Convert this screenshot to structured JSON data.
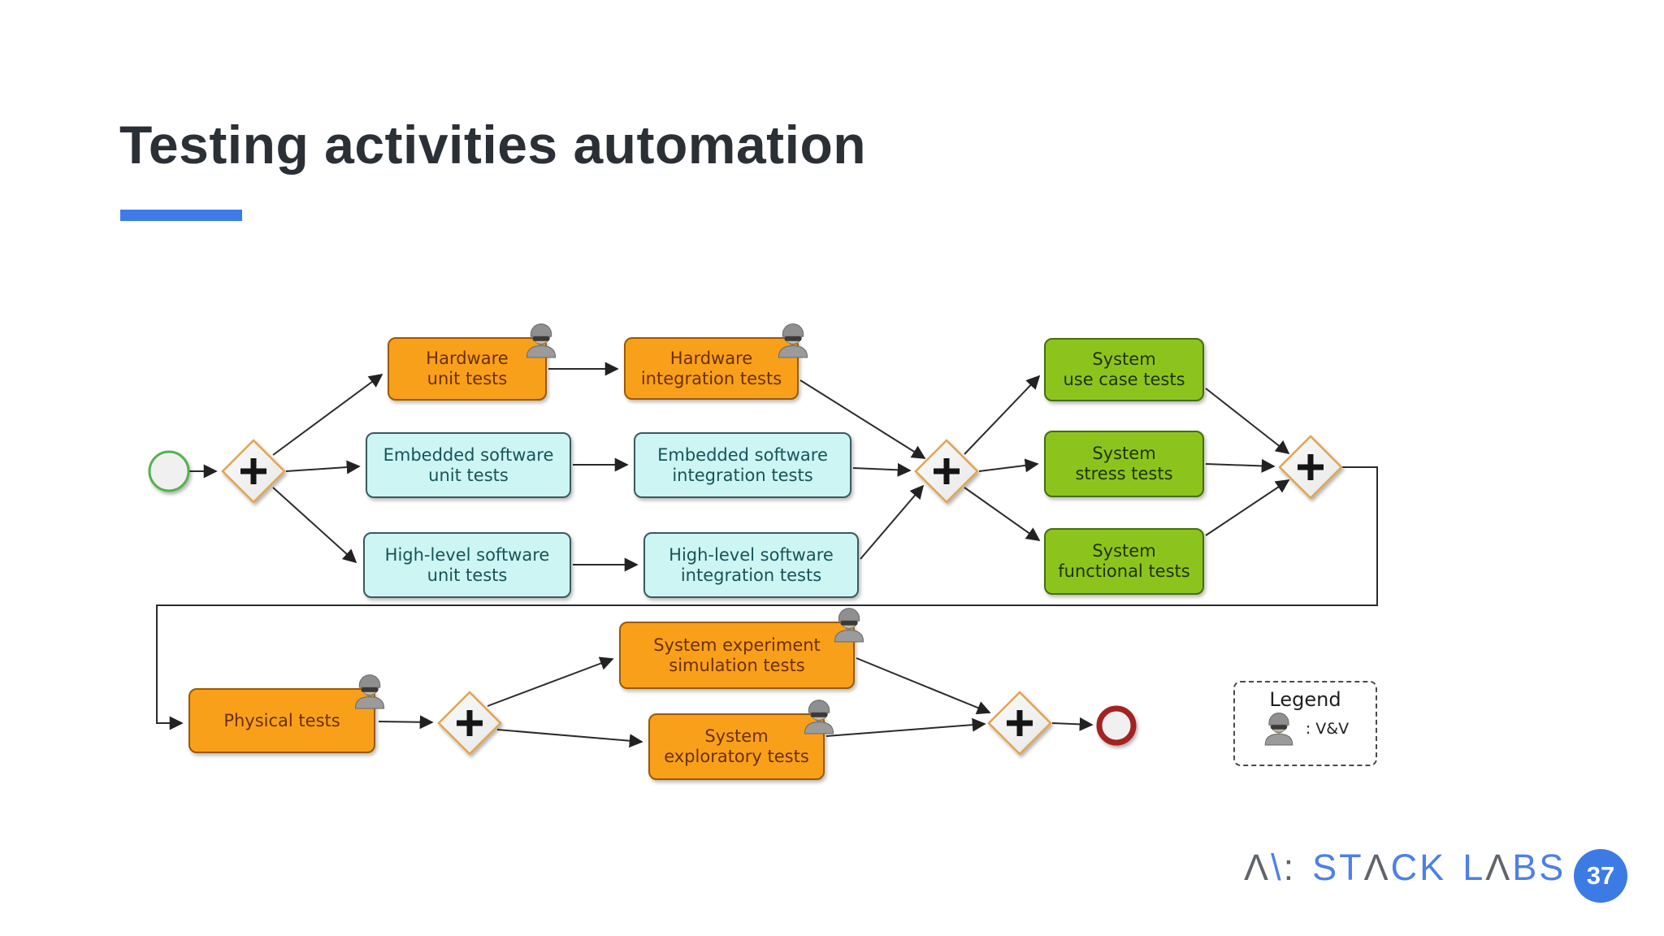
{
  "slide": {
    "title": "Testing activities automation",
    "page_number": "37"
  },
  "logo": {
    "name": "STACK LABS",
    "segments": [
      "Λ",
      "\\",
      ":",
      "ST",
      "Λ",
      "CK",
      "L",
      "Λ",
      "BS"
    ]
  },
  "legend": {
    "title": "Legend",
    "vv_icon": "person-sunglasses-icon",
    "vv_label": ": V&V"
  },
  "diagram": {
    "start_event": "start",
    "end_event": "end",
    "gateway_symbol": "+",
    "nodes": {
      "hw_unit": {
        "line1": "Hardware",
        "line2": "unit tests",
        "type": "hardware",
        "vv": true
      },
      "hw_int": {
        "line1": "Hardware",
        "line2": "integration tests",
        "type": "hardware",
        "vv": true
      },
      "esw_unit": {
        "line1": "Embedded software",
        "line2": "unit tests",
        "type": "software",
        "vv": false
      },
      "esw_int": {
        "line1": "Embedded software",
        "line2": "integration tests",
        "type": "software",
        "vv": false
      },
      "hlsw_unit": {
        "line1": "High-level software",
        "line2": "unit tests",
        "type": "software",
        "vv": false
      },
      "hlsw_int": {
        "line1": "High-level software",
        "line2": "integration tests",
        "type": "software",
        "vv": false
      },
      "sys_usecase": {
        "line1": "System",
        "line2": "use case tests",
        "type": "system",
        "vv": false
      },
      "sys_stress": {
        "line1": "System",
        "line2": "stress tests",
        "type": "system",
        "vv": false
      },
      "sys_func": {
        "line1": "System",
        "line2": "functional tests",
        "type": "system",
        "vv": false
      },
      "physical": {
        "line1": "Physical tests",
        "line2": "",
        "type": "hardware",
        "vv": true
      },
      "sys_exp_sim": {
        "line1": "System experiment",
        "line2": "simulation tests",
        "type": "hardware",
        "vv": true
      },
      "sys_explor": {
        "line1": "System",
        "line2": "exploratory tests",
        "type": "hardware",
        "vv": true
      }
    }
  },
  "colors": {
    "accent_blue": "#3D7CE8",
    "title_color": "#2B3036",
    "orange_fill": "#F9A01B",
    "orange_border": "#9A5A00",
    "orange_text": "#6B3000",
    "cyan_fill": "#CDF5F3",
    "cyan_border": "#3A5A5E",
    "cyan_text": "#175459",
    "green_fill": "#8CC41D",
    "green_border": "#456F0C",
    "green_text": "#1F3300",
    "gateway_border": "#E1A54F",
    "line_color": "#2B2B2B",
    "start_border": "#55B14E",
    "end_border": "#A32121",
    "logo_blue": "#4C80E8",
    "logo_gray": "#60646B",
    "badge_blue": "#3C7BE4"
  }
}
